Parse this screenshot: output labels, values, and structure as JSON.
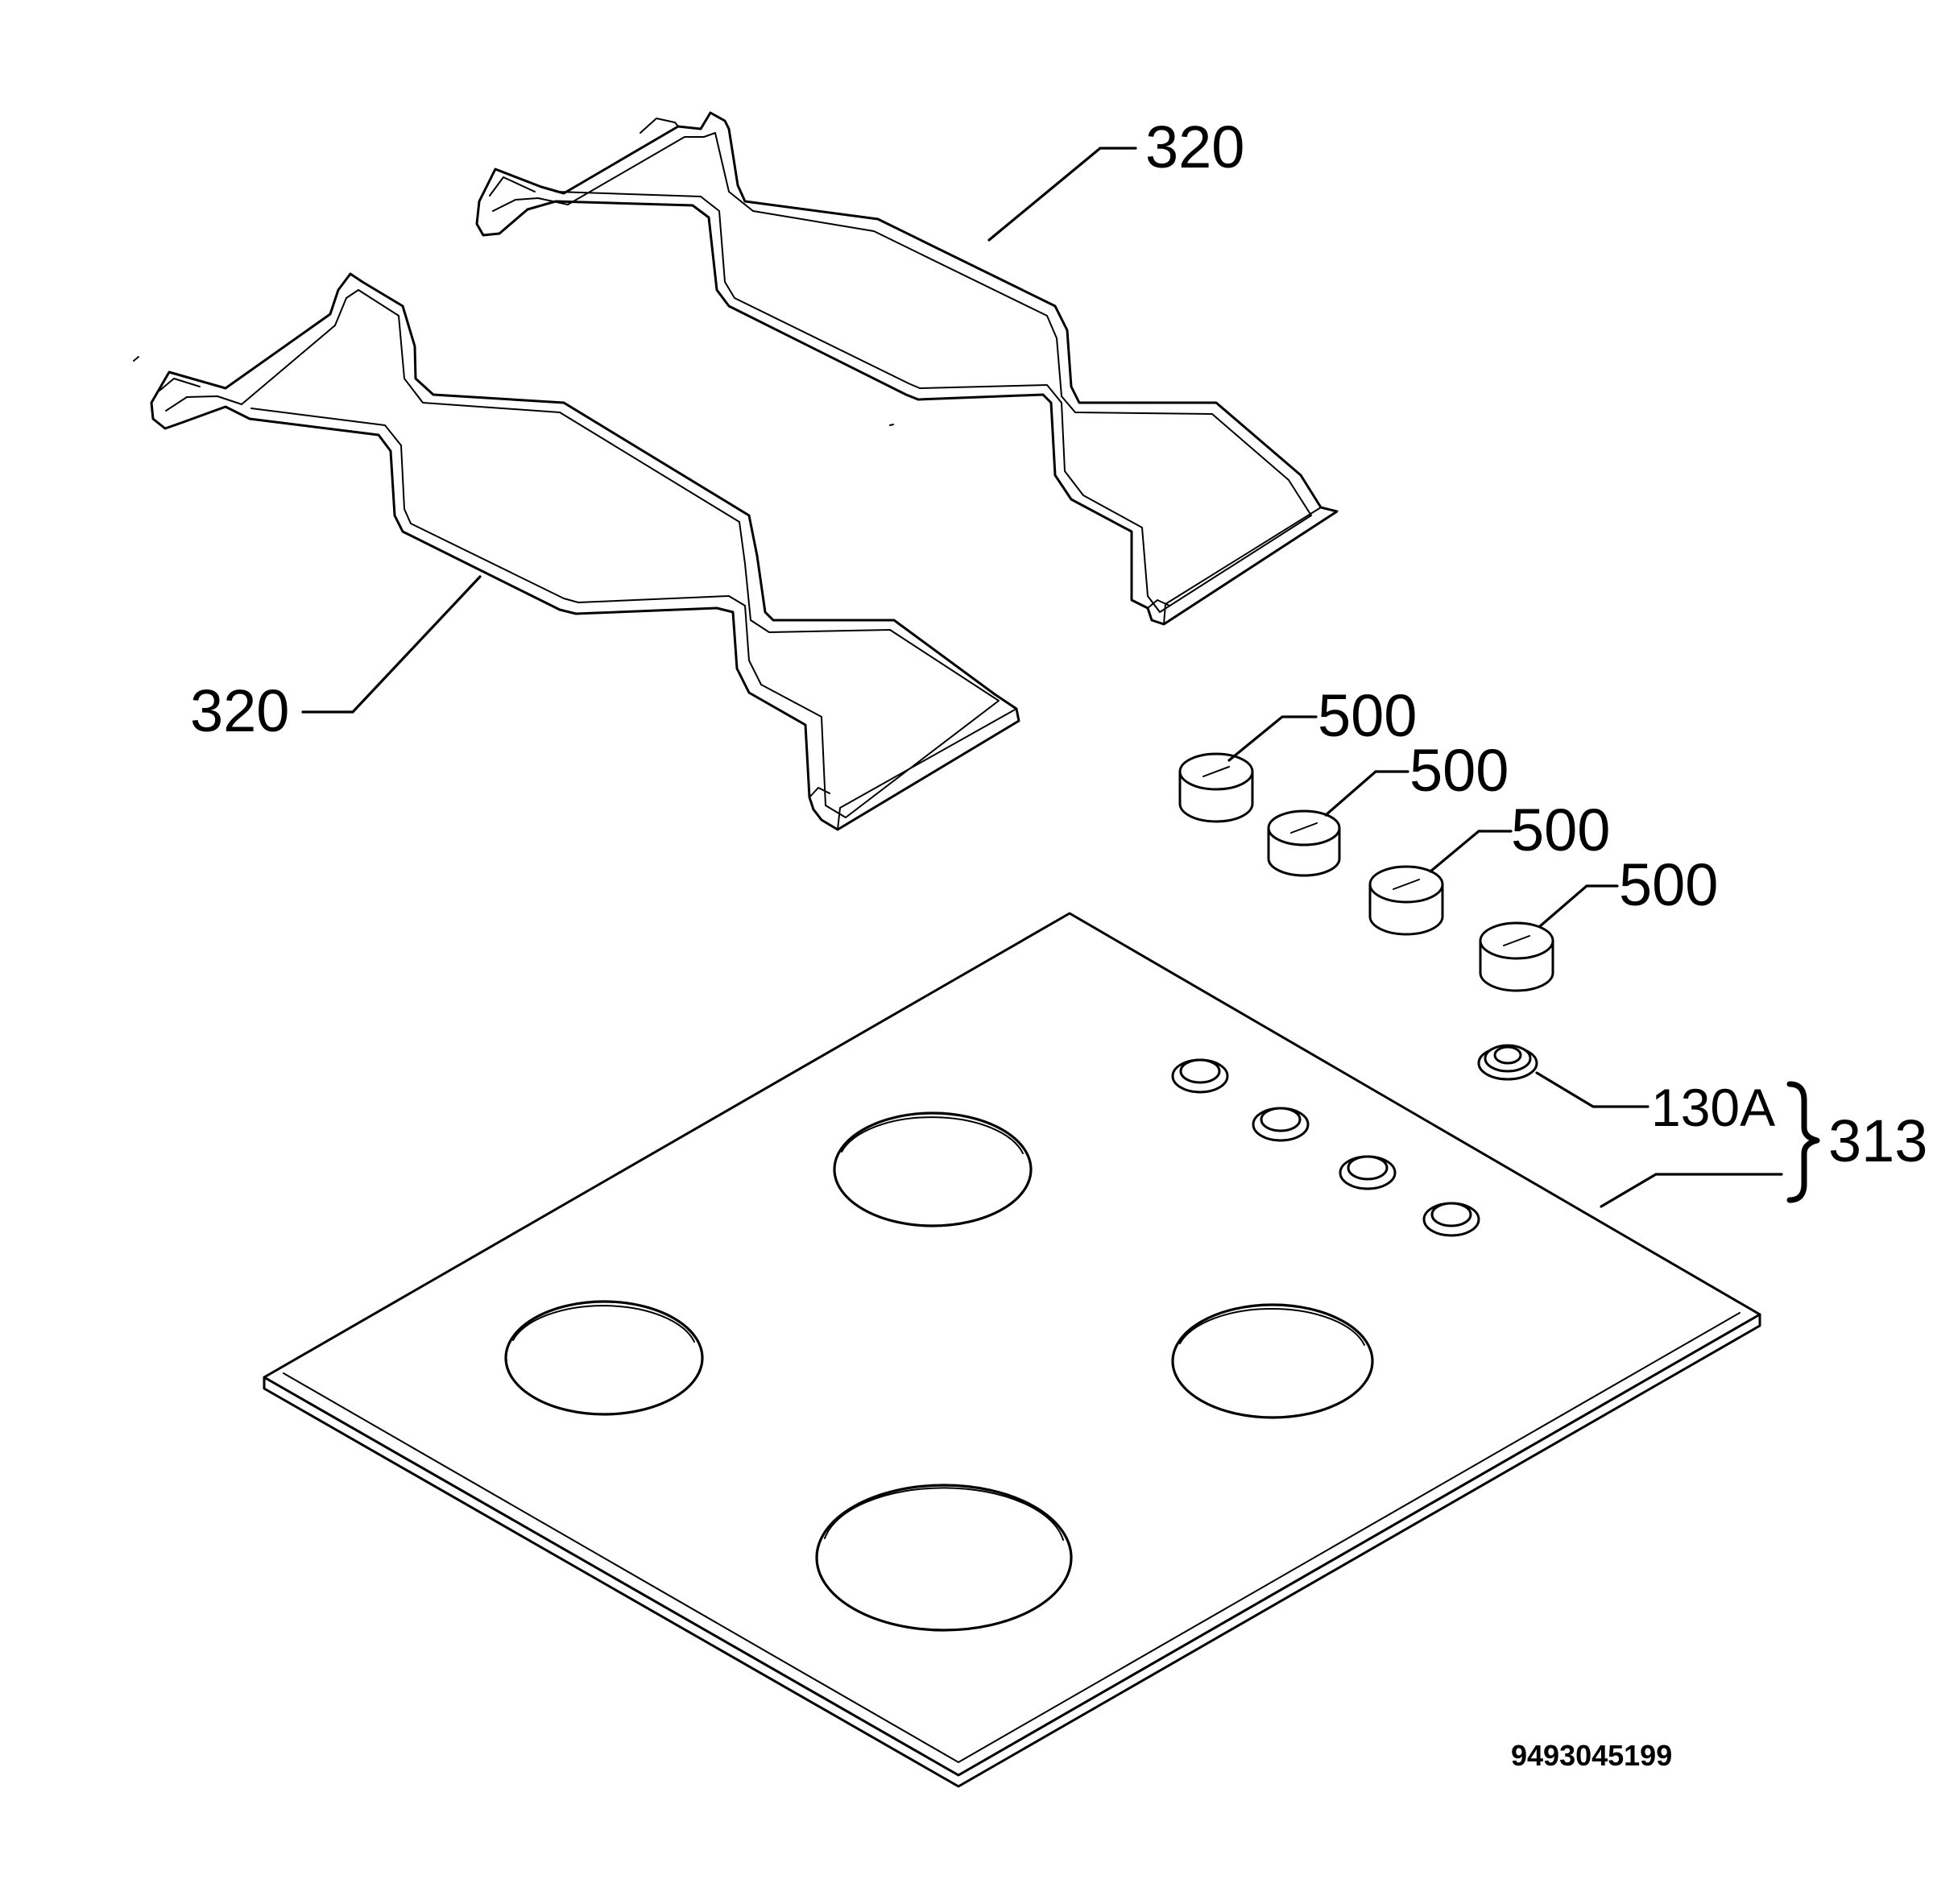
{
  "labels": {
    "pan_support_top": "320",
    "pan_support_left": "320",
    "knob_1": "500",
    "knob_2": "500",
    "knob_3": "500",
    "knob_4": "500",
    "knob_bezel": "130A",
    "hob_top_assembly": "313"
  },
  "document_number": "9493045199"
}
